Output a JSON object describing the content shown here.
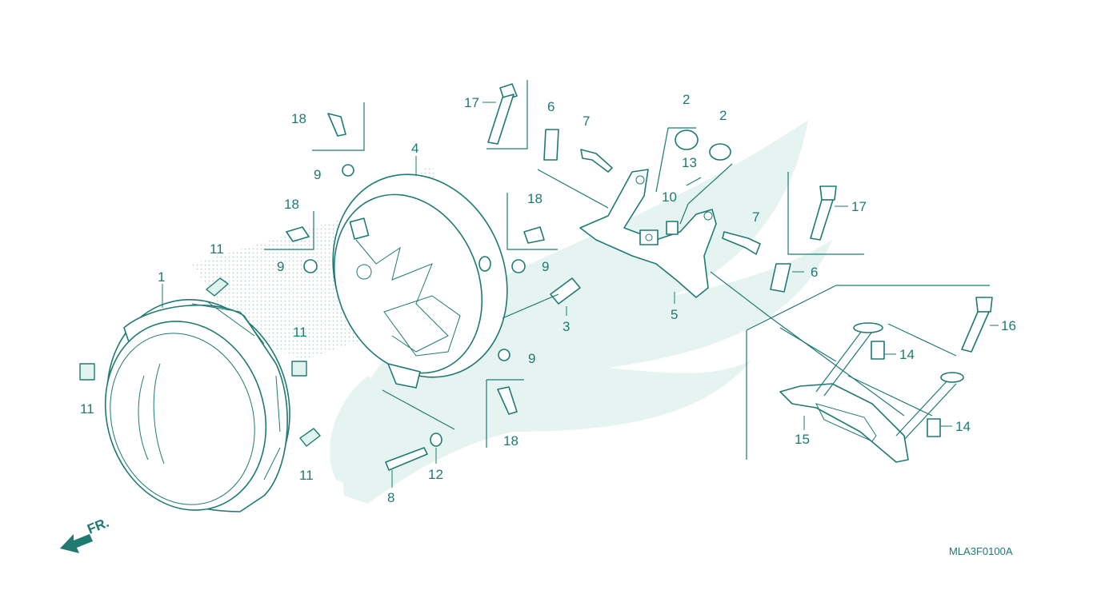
{
  "diagram_code": "MLA3F0100A",
  "direction_label": "FR.",
  "callouts": {
    "p1": "1",
    "p2a": "2",
    "p2b": "2",
    "p3": "3",
    "p4": "4",
    "p5": "5",
    "p6a": "6",
    "p6b": "6",
    "p7a": "7",
    "p7b": "7",
    "p8": "8",
    "p9a": "9",
    "p9b": "9",
    "p9c": "9",
    "p9d": "9",
    "p10": "10",
    "p11a": "11",
    "p11b": "11",
    "p11c": "11",
    "p11d": "11",
    "p12": "12",
    "p13": "13",
    "p14a": "14",
    "p14b": "14",
    "p15": "15",
    "p16": "16",
    "p17a": "17",
    "p17b": "17",
    "p18a": "18",
    "p18b": "18",
    "p18c": "18"
  },
  "colors": {
    "line": "#1f7a72",
    "watermark": "#e6f4f1",
    "background": "#ffffff"
  }
}
